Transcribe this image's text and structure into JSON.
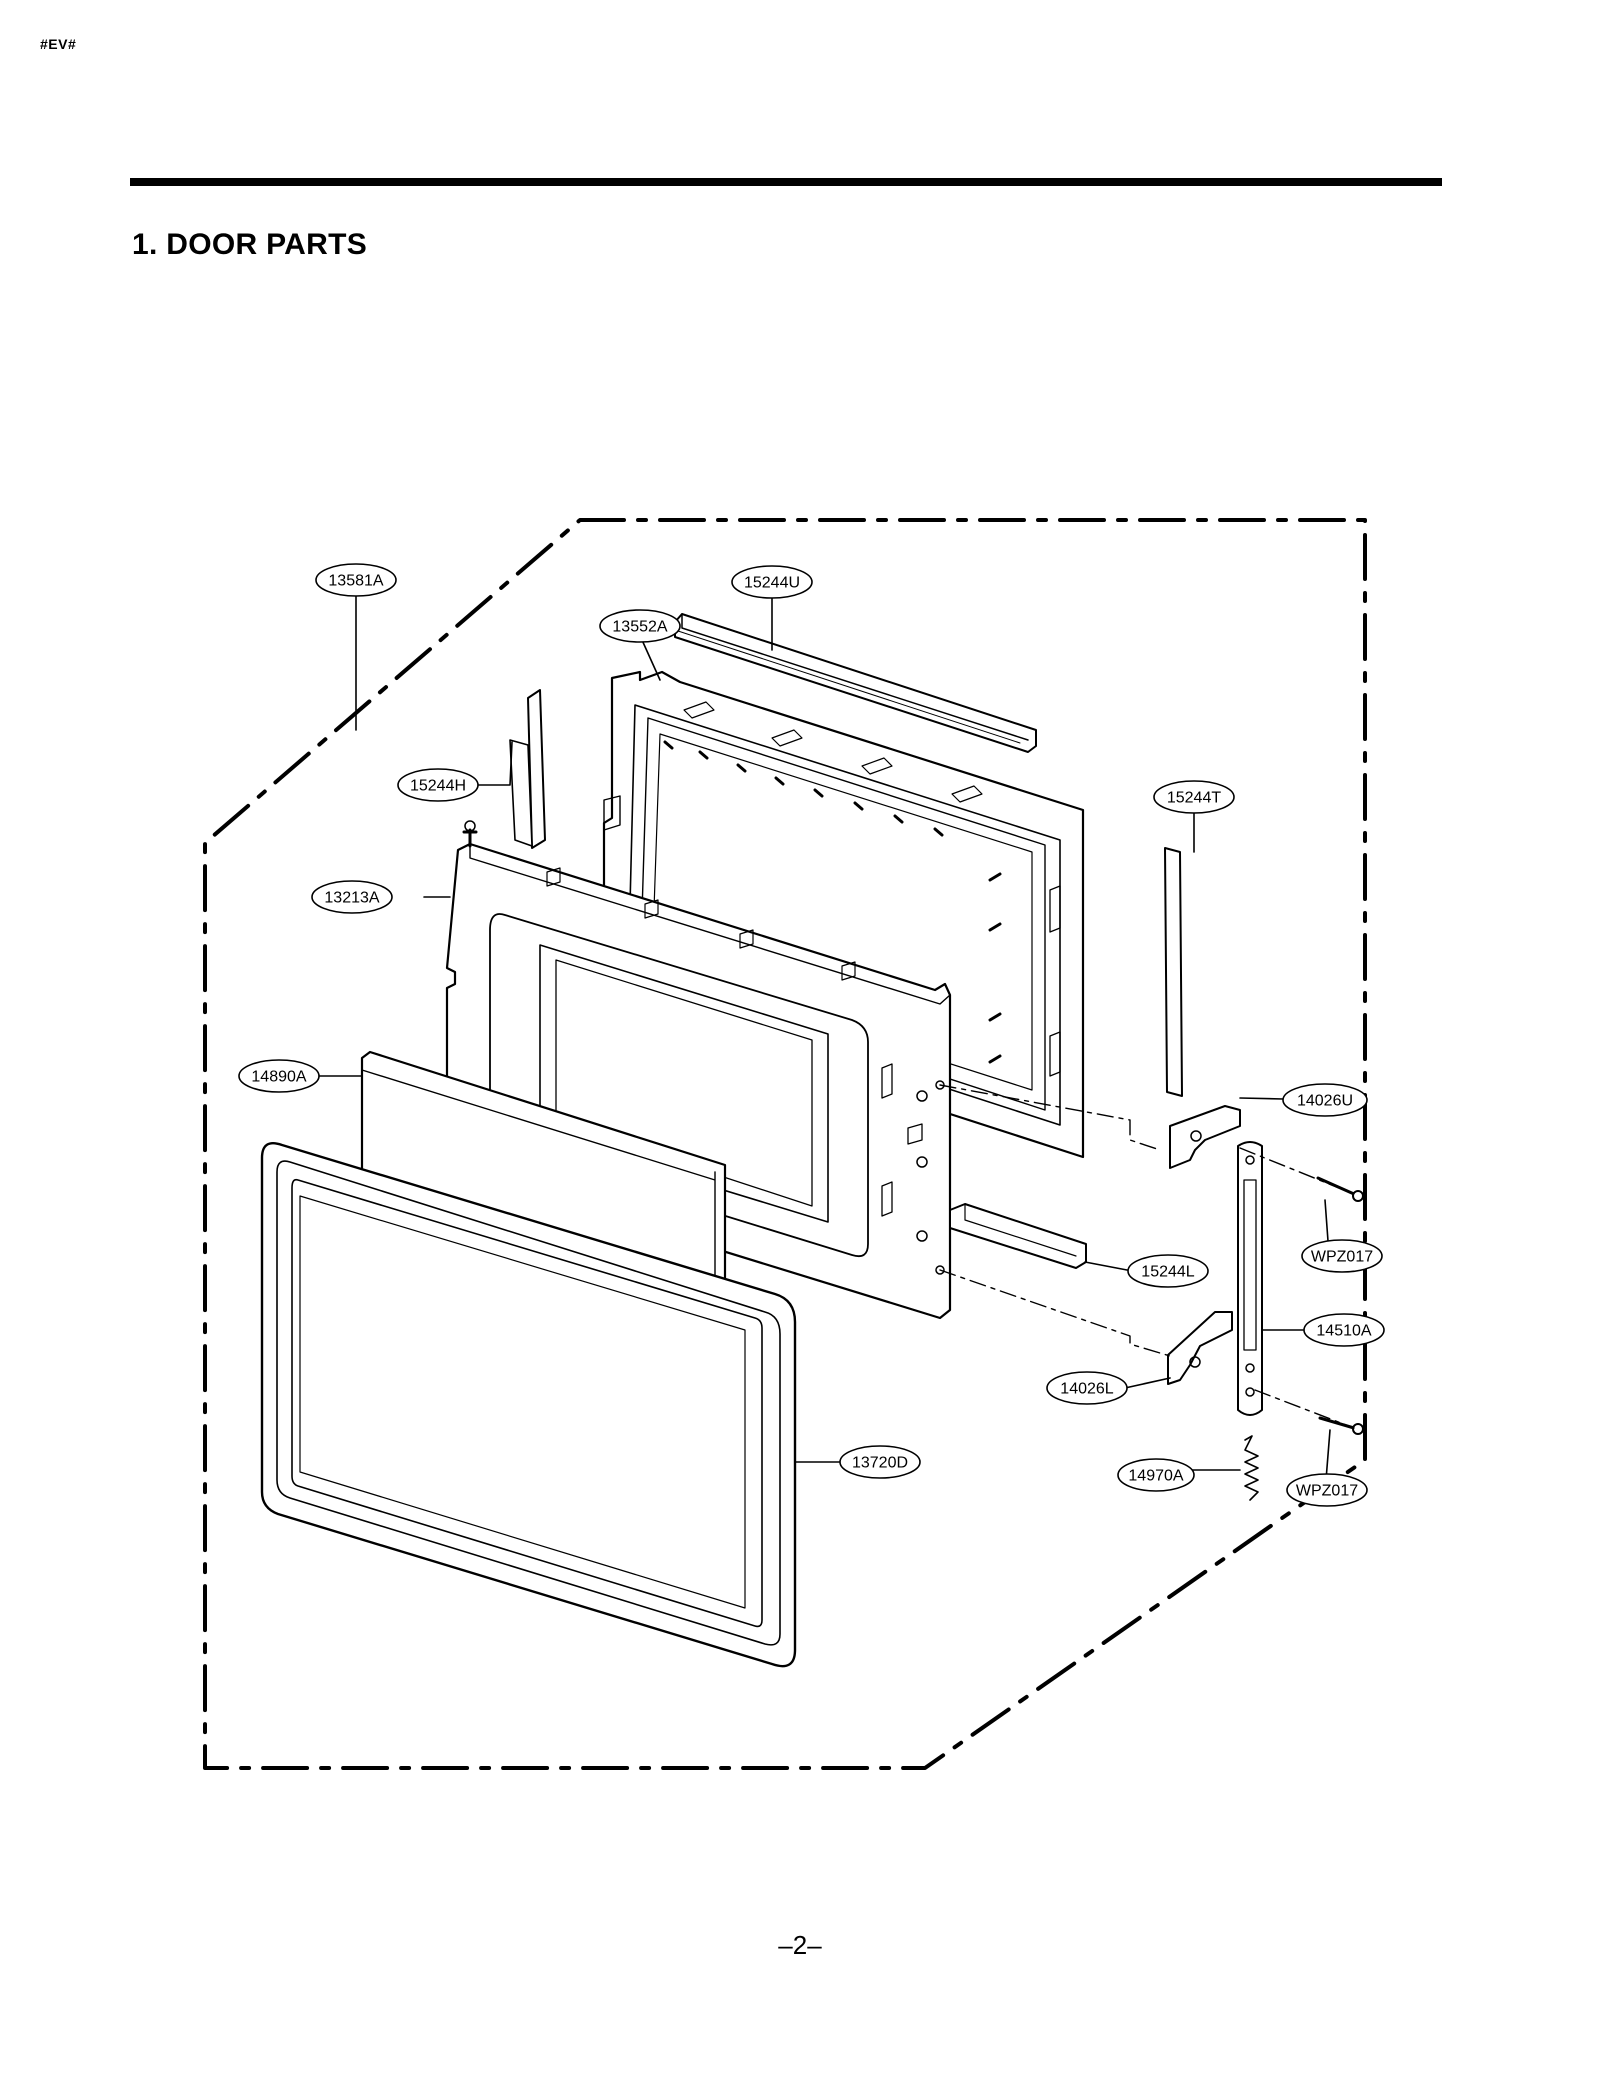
{
  "header": {
    "code": "#EV#"
  },
  "section": {
    "title": "1. DOOR PARTS"
  },
  "footer": {
    "page_number": "–2–"
  },
  "callouts": [
    {
      "id": "13581A",
      "label": "13581A"
    },
    {
      "id": "15244U",
      "label": "15244U"
    },
    {
      "id": "13552A",
      "label": "13552A"
    },
    {
      "id": "15244H",
      "label": "15244H"
    },
    {
      "id": "15244T",
      "label": "15244T"
    },
    {
      "id": "13213A",
      "label": "13213A"
    },
    {
      "id": "14890A",
      "label": "14890A"
    },
    {
      "id": "14026U",
      "label": "14026U"
    },
    {
      "id": "WPZ017a",
      "label": "WPZ017"
    },
    {
      "id": "15244L",
      "label": "15244L"
    },
    {
      "id": "14510A",
      "label": "14510A"
    },
    {
      "id": "14026L",
      "label": "14026L"
    },
    {
      "id": "13720D",
      "label": "13720D"
    },
    {
      "id": "14970A",
      "label": "14970A"
    },
    {
      "id": "WPZ017b",
      "label": "WPZ017"
    }
  ]
}
